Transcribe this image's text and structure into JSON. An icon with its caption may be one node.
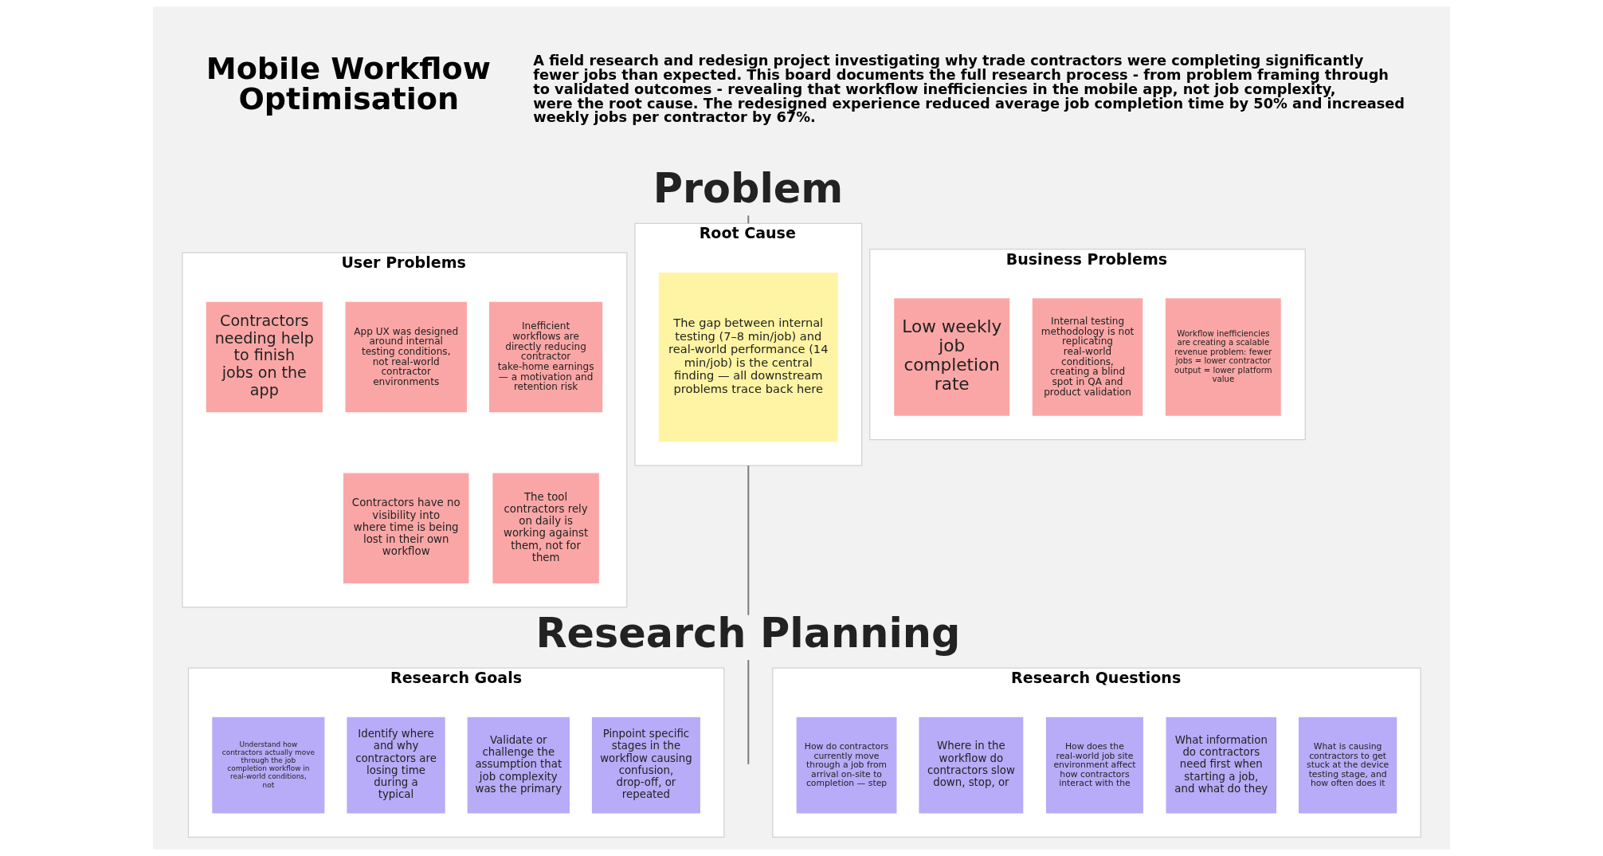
{
  "diagram": {
    "title": "Mobile Workflow Optimisation",
    "caption": "A field research and redesign project investigating why trade contractors were completing significantly fewer jobs than expected. This board documents the full research process - from problem framing through to validated outcomes - revealing that workflow inefficiencies in the mobile app, not job complexity, were the root cause. The redesigned experience reduced average job completion time by 50% and increased weekly jobs per contractor by 67%.",
    "nodes": [
      {
        "text": [
          "Problem"
        ]
      },
      {
        "text": [
          "User Problems"
        ]
      },
      {
        "text": [
          "Contractors needing help to finish jobs on the app"
        ],
        "in": 1
      },
      {
        "text": [
          "App UX was designed around internal testing conditions, not real-world contractor environments"
        ],
        "in": 1
      },
      {
        "text": [
          "Inefficient workflows are directly reducing contractor take-home earnings — a motivation and retention risk"
        ],
        "in": 1
      },
      {
        "text": [
          "Contractors have no visibility into where time is being lost in their own workflow"
        ],
        "in": 1
      },
      {
        "text": [
          "The tool contractors rely on daily is working against them, not for them"
        ],
        "in": 1
      },
      {
        "text": [
          "Root Cause"
        ]
      },
      {
        "text": [
          "The gap between internal testing (7–8 min/job) and real-world performance (14 min/job) is the central finding — all downstream problems trace back here"
        ],
        "in": 7
      },
      {
        "text": [
          "Business Problems"
        ]
      },
      {
        "text": [
          "Low weekly job completion rate"
        ],
        "in": 9
      },
      {
        "text": [
          "Internal testing methodology is not replicating real-world conditions, creating a blind spot in QA and product validation"
        ],
        "in": 9
      },
      {
        "text": [
          "Workflow inefficiencies are creating a scalable revenue problem: fewer jobs = lower contractor output = lower platform value"
        ],
        "in": 9
      },
      {
        "text": [
          "Research Planning"
        ]
      },
      {
        "text": [
          "Research Goals"
        ]
      },
      {
        "text": [
          "Understand how contractors actually move through the job completion workflow in real-world conditions, not"
        ],
        "in": 14
      },
      {
        "text": [
          "Identify where and why contractors are losing time during a typical"
        ],
        "in": 14
      },
      {
        "text": [
          "Validate or challenge the assumption that job complexity was the primary"
        ],
        "in": 14
      },
      {
        "text": [
          "Pinpoint specific stages in the workflow causing confusion, drop-off, or repeated"
        ],
        "in": 14
      },
      {
        "text": [
          "Research Questions"
        ]
      },
      {
        "text": [
          "How do contractors currently move through a job from arrival on-site to completion — step"
        ],
        "in": 19
      },
      {
        "text": [
          "Where in the workflow do contractors slow down, stop, or"
        ],
        "in": 19
      },
      {
        "text": [
          "How does the real-world job site environment affect how contractors interact with the"
        ],
        "in": 19
      },
      {
        "text": [
          "What information do contractors need first when starting a job, and what do they"
        ],
        "in": 19
      },
      {
        "text": [
          "What is causing contractors to get stuck at the device testing stage, and how often does it"
        ],
        "in": 19
      }
    ],
    "edges": [
      {
        "from": 0,
        "to": 7,
        "arrow": "none"
      },
      {
        "from": 7,
        "to": 13,
        "arrow": "none"
      },
      {
        "from": 13,
        "to": null,
        "arrow": "none"
      }
    ]
  }
}
